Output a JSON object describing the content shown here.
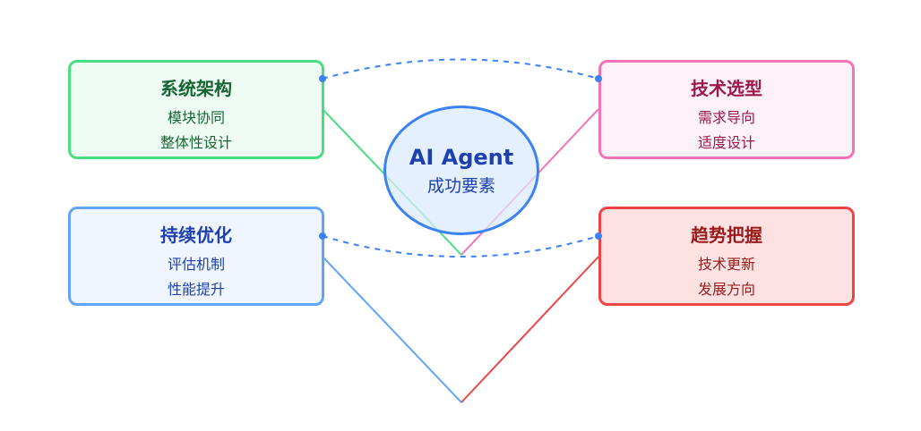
{
  "center": {
    "title": "AI Agent",
    "subtitle": "成功要素"
  },
  "cards": {
    "system": {
      "title": "系统架构",
      "line1": "模块协同",
      "line2": "整体性设计"
    },
    "tech": {
      "title": "技术选型",
      "line1": "需求导向",
      "line2": "适度设计"
    },
    "optimization": {
      "title": "持续优化",
      "line1": "评估机制",
      "line2": "性能提升"
    },
    "trend": {
      "title": "趋势把握",
      "line1": "技术更新",
      "line2": "发展方向"
    }
  },
  "colors": {
    "center_border": "#3b82f6",
    "dashed_connector": "#3b82f6",
    "system": "#4ade80",
    "tech": "#f472b6",
    "optimization": "#60a5fa",
    "trend": "#ef4444"
  }
}
